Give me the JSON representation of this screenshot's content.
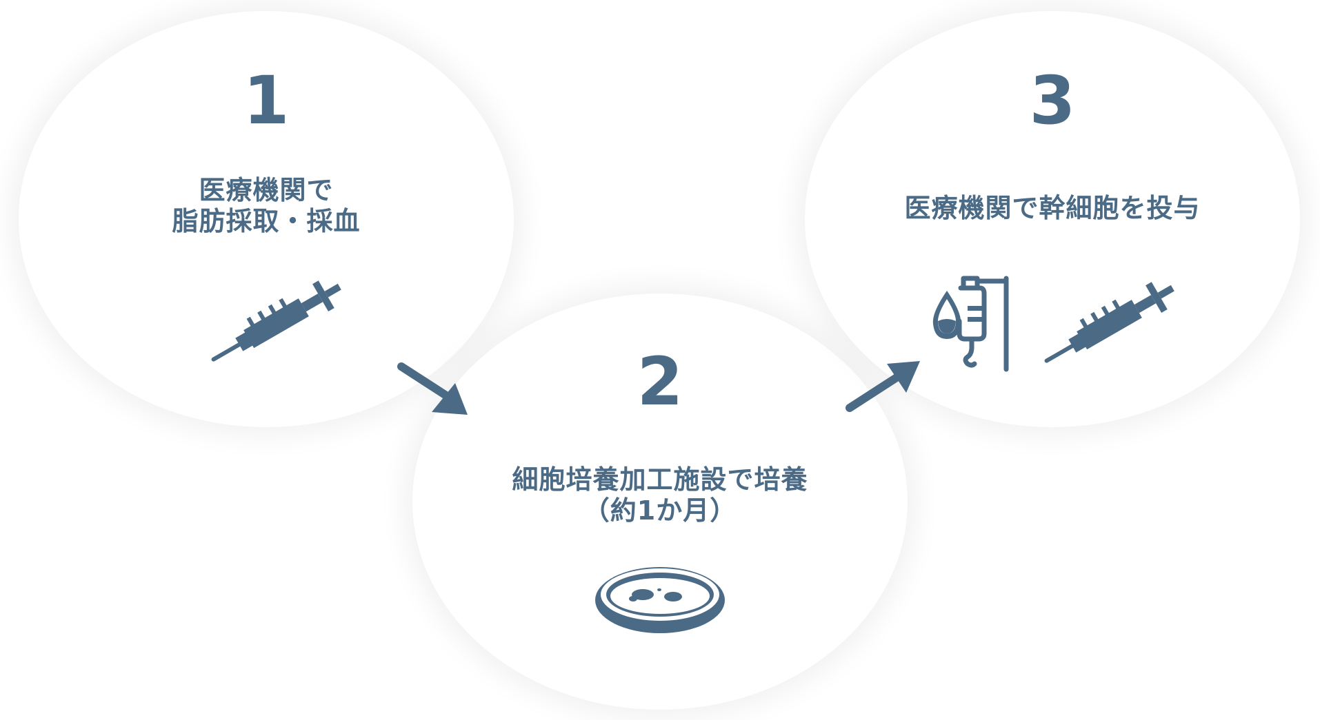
{
  "colors": {
    "accent": "#4a6a85",
    "circle_fill": "#ffffff",
    "background": "#ffffff"
  },
  "steps": [
    {
      "number": "1",
      "text_lines": [
        "医療機関で",
        "脂肪採取・採血"
      ],
      "icons": [
        "syringe-icon"
      ]
    },
    {
      "number": "2",
      "text_lines": [
        "細胞培養加工施設で培養",
        "（約1か月）"
      ],
      "icons": [
        "petri-dish-icon"
      ]
    },
    {
      "number": "3",
      "text_lines": [
        "医療機関で幹細胞を投与"
      ],
      "icons": [
        "iv-drip-icon",
        "syringe-icon"
      ]
    }
  ],
  "arrows": [
    "arrow-down-right-icon",
    "arrow-up-right-icon"
  ]
}
